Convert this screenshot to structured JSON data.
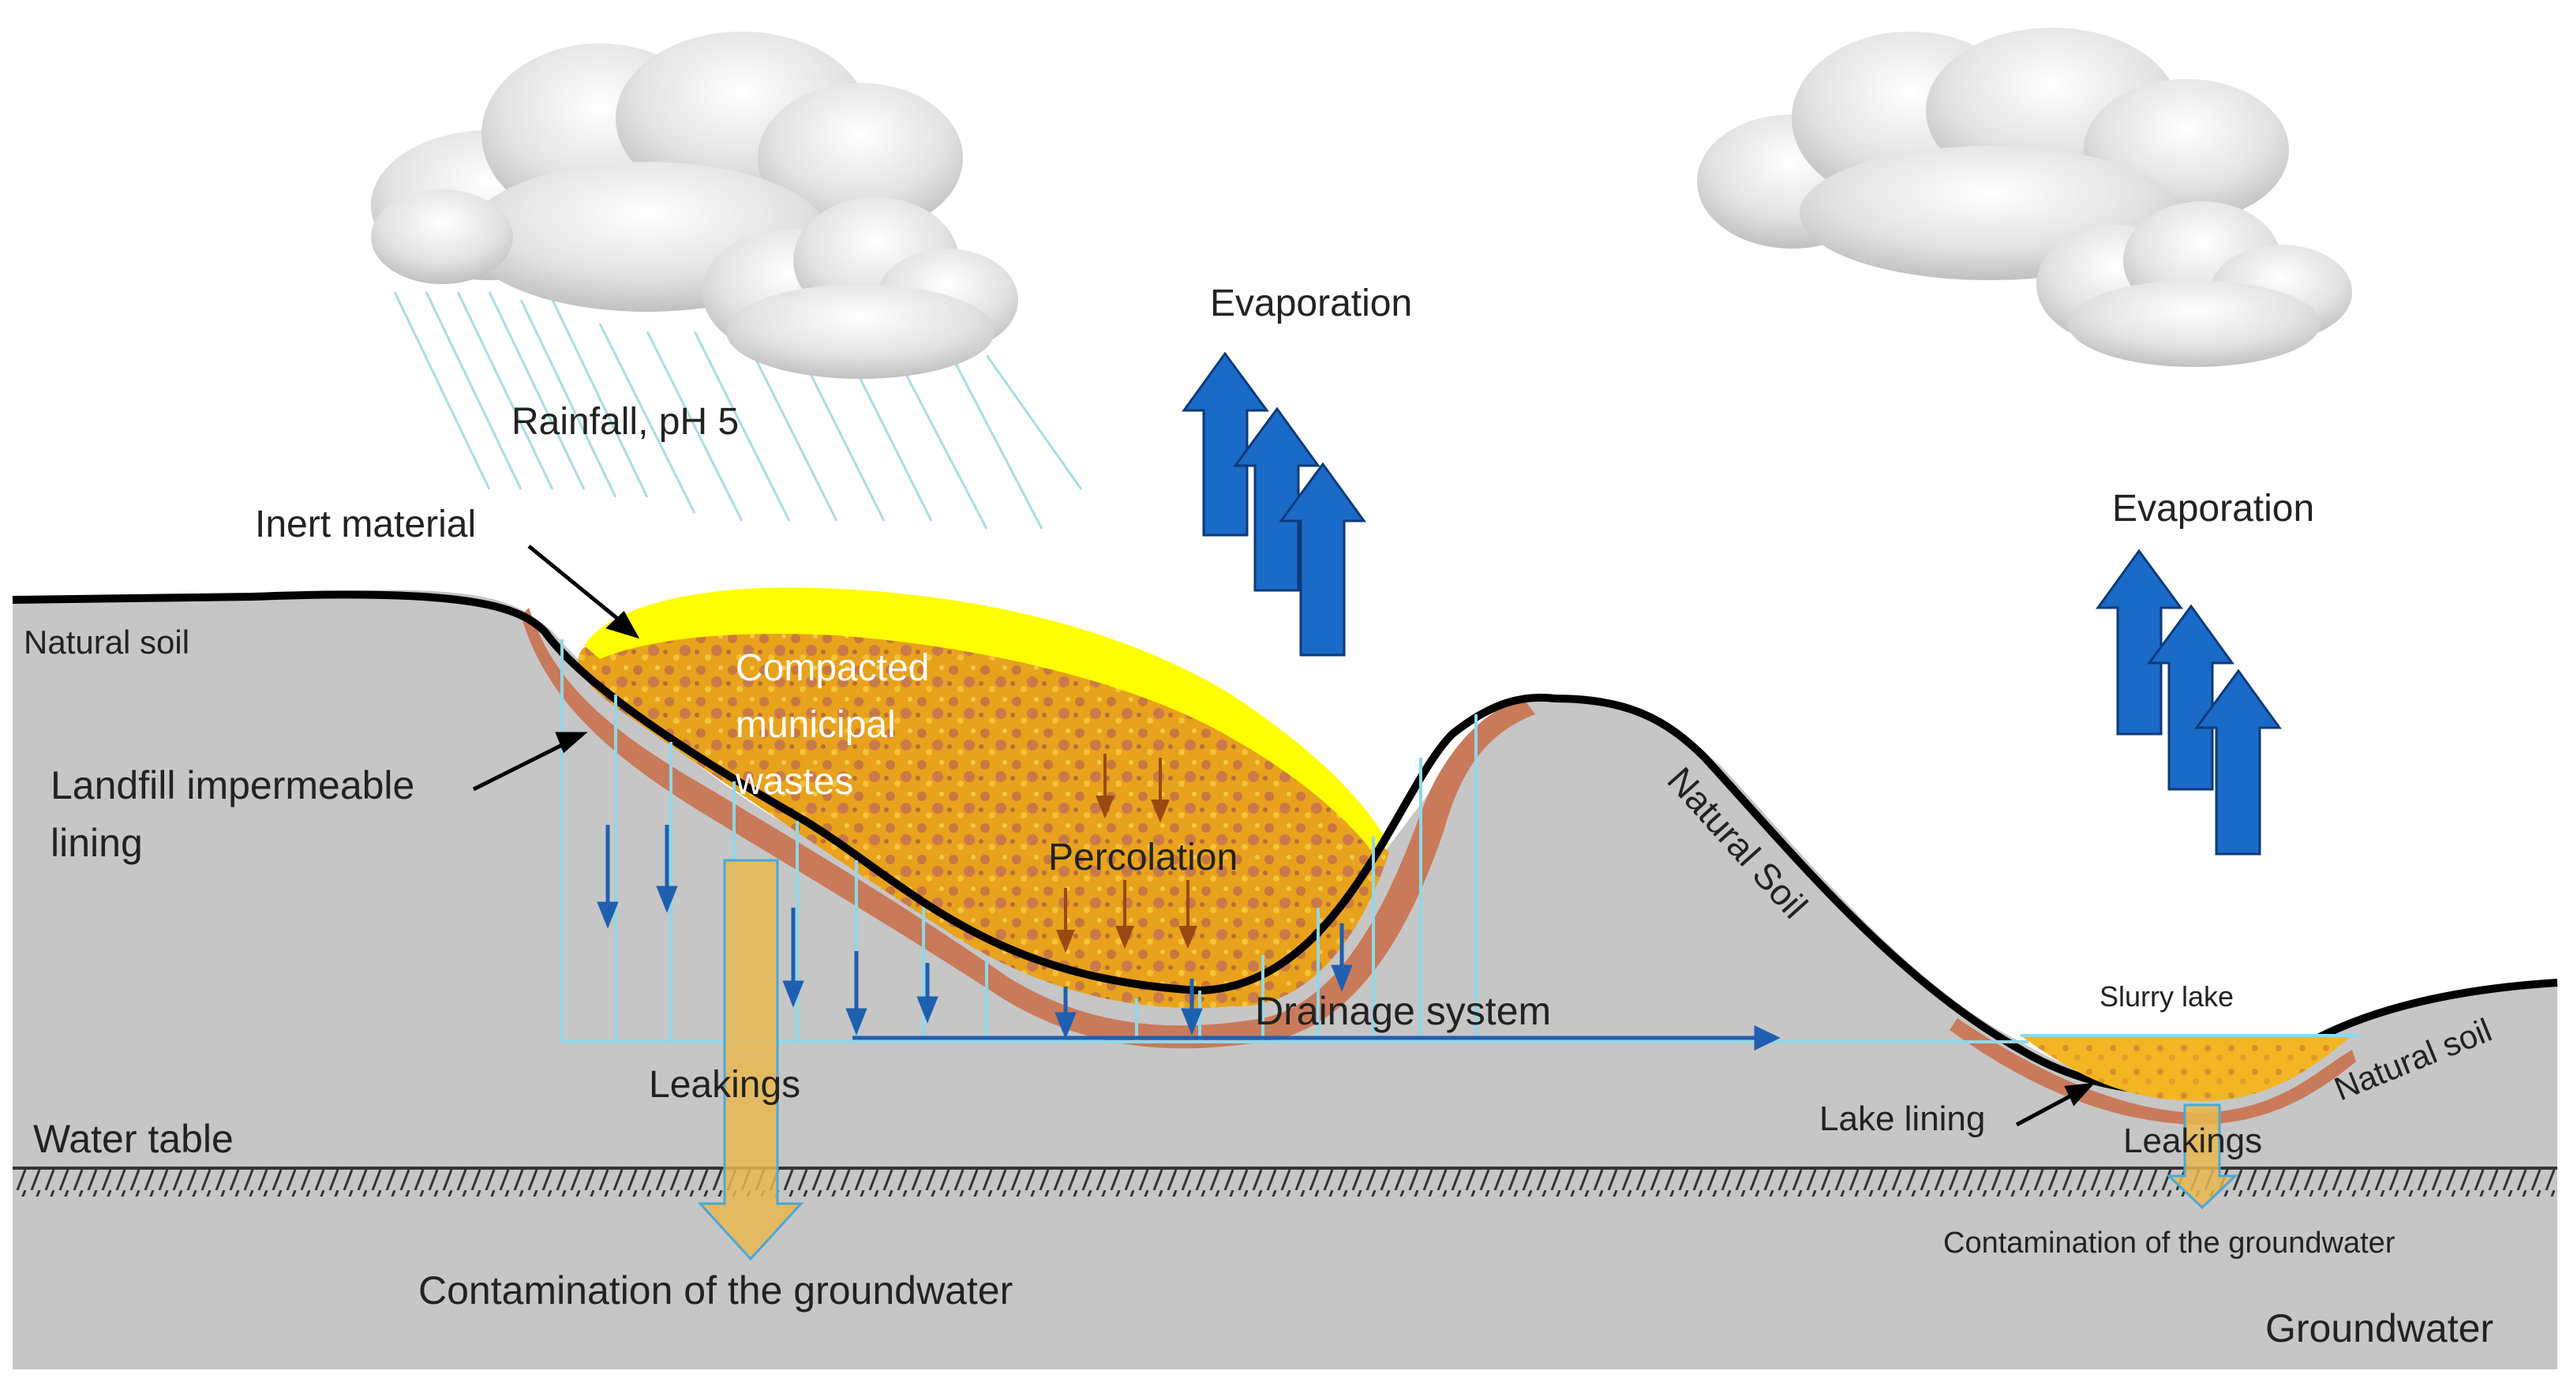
{
  "labels": {
    "rainfall": "Rainfall, pH 5",
    "evaporation_left": "Evaporation",
    "evaporation_right": "Evaporation",
    "inert_material": "Inert material",
    "natural_soil_left": "Natural soil",
    "landfill_lining_line1": "Landfill impermeable",
    "landfill_lining_line2": "lining",
    "wastes_line1": "Compacted",
    "wastes_line2": "municipal",
    "wastes_line3": "wastes",
    "percolation": "Percolation",
    "natural_soil_hill": "Natural Soil",
    "drainage_system": "Drainage system",
    "leakings_left": "Leakings",
    "water_table": "Water table",
    "contamination_left": "Contamination of the groundwater",
    "slurry_lake": "Slurry  lake",
    "natural_soil_right": "Natural soil",
    "lake_lining": "Lake lining",
    "leakings_right": "Leakings",
    "contamination_right": "Contamination of the groundwater",
    "groundwater": "Groundwater"
  },
  "colors": {
    "background": "#ffffff",
    "soil": "#c6c6c6",
    "groundwater": "#c6c6c6",
    "surface_line": "#000000",
    "inert_material": "#ffff00",
    "wastes": "#e8a21c",
    "lining": "#c97a5a",
    "drainage_pipe": "#8fd8e8",
    "drainage_arrow": "#1f5fb0",
    "evaporation_arrow": "#1a6ac8",
    "percolation_arrow": "#9a4a10",
    "leak_arrow": "#e7b74f",
    "slurry": "#f2b622",
    "rain": "#a8dede",
    "cloud": "#e4e4e4"
  }
}
